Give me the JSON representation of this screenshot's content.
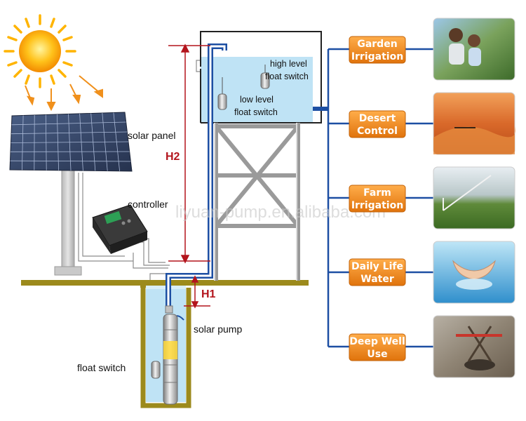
{
  "labels": {
    "solar_panel": "solar panel",
    "controller": "controller",
    "solar_pump": "solar pump",
    "float_switch": "float switch",
    "high_level_1": "high level",
    "high_level_2": "float switch",
    "low_level_1": "low level",
    "low_level_2": "float switch",
    "h1": "H1",
    "h2": "H2"
  },
  "watermark": "liyuan-pump.en.alibaba.com",
  "uses": [
    {
      "line1": "Garden",
      "line2": "Irrigation"
    },
    {
      "line1": "Desert",
      "line2": "Control"
    },
    {
      "line1": "Farm",
      "line2": "Irrigation"
    },
    {
      "line1": "Daily Life",
      "line2": "Water"
    },
    {
      "line1": "Deep Well",
      "line2": "Use"
    }
  ],
  "colors": {
    "button_fill": "#f08a1e",
    "pipe": "#1d4fa3",
    "water": "#bfe3f5",
    "ground": "#9c8a1c",
    "dimension": "#b3141c"
  }
}
